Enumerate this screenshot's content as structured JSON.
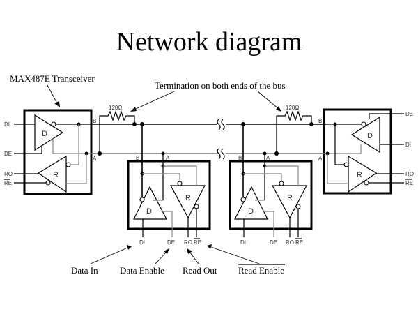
{
  "title": "Network diagram",
  "annotations": {
    "transceiver": "MAX487E Transceiver",
    "termination": "Termination on both ends of the bus",
    "data_in": "Data In",
    "data_enable": "Data Enable",
    "read_out": "Read Out",
    "read_enable": "Read Enable"
  },
  "resistor_label": "120Ω",
  "gate_labels": {
    "driver": "D",
    "receiver": "R"
  },
  "bus_lines": {
    "b": "B",
    "a": "A"
  },
  "pins": {
    "di": "DI",
    "de": "DE",
    "ro": "RO",
    "re": "RE"
  },
  "nodes": [
    {
      "id": "left",
      "pins": [
        "DI",
        "DE",
        "RO",
        "RE"
      ]
    },
    {
      "id": "mid1",
      "pins": [
        "DI",
        "DE",
        "RO",
        "RE"
      ]
    },
    {
      "id": "mid2",
      "pins": [
        "DI",
        "DE",
        "RO",
        "RE"
      ]
    },
    {
      "id": "right",
      "pins": [
        "DE",
        "DI",
        "RO",
        "RE"
      ]
    }
  ]
}
